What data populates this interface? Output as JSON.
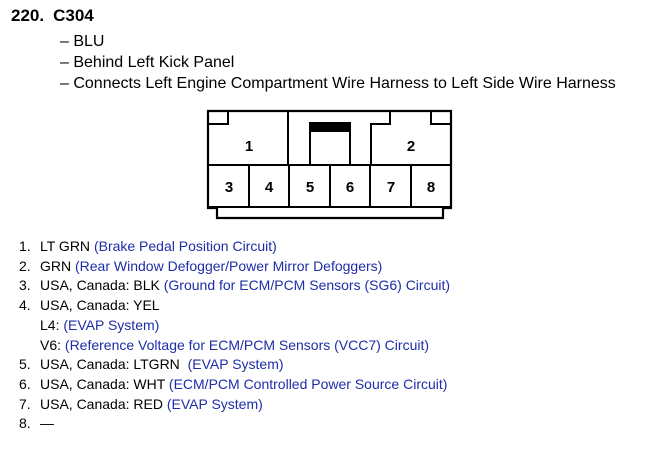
{
  "connector": {
    "number": "220.",
    "id": "C304",
    "details": [
      "BLU",
      "Behind Left Kick Panel",
      "Connects Left Engine Compartment Wire Harness to Left Side Wire Harness"
    ],
    "cavity_labels": [
      "1",
      "2",
      "3",
      "4",
      "5",
      "6",
      "7",
      "8"
    ]
  },
  "pins": [
    {
      "num": "1.",
      "lines": [
        {
          "prefix": "LT GRN ",
          "circuit": "(Brake Pedal Position Circuit)"
        }
      ]
    },
    {
      "num": "2.",
      "lines": [
        {
          "prefix": "GRN ",
          "circuit": "(Rear Window Defogger/Power Mirror Defoggers)"
        }
      ]
    },
    {
      "num": "3.",
      "lines": [
        {
          "prefix": "USA, Canada: BLK ",
          "circuit": "(Ground for ECM/PCM Sensors (SG6) Circuit)"
        }
      ]
    },
    {
      "num": "4.",
      "lines": [
        {
          "prefix": "USA, Canada: YEL",
          "circuit": ""
        },
        {
          "prefix": "L4: ",
          "circuit": "(EVAP System)"
        },
        {
          "prefix": "V6: ",
          "circuit": "(Reference Voltage for ECM/PCM Sensors (VCC7) Circuit)"
        }
      ]
    },
    {
      "num": "5.",
      "lines": [
        {
          "prefix": "USA, Canada: LTGRN  ",
          "circuit": "(EVAP System)"
        }
      ]
    },
    {
      "num": "6.",
      "lines": [
        {
          "prefix": "USA, Canada: WHT ",
          "circuit": "(ECM/PCM Controlled Power Source Circuit)"
        }
      ]
    },
    {
      "num": "7.",
      "lines": [
        {
          "prefix": "USA, Canada: RED ",
          "circuit": "(EVAP System)"
        }
      ]
    },
    {
      "num": "8.",
      "lines": [
        {
          "prefix": "—",
          "circuit": ""
        }
      ]
    }
  ]
}
